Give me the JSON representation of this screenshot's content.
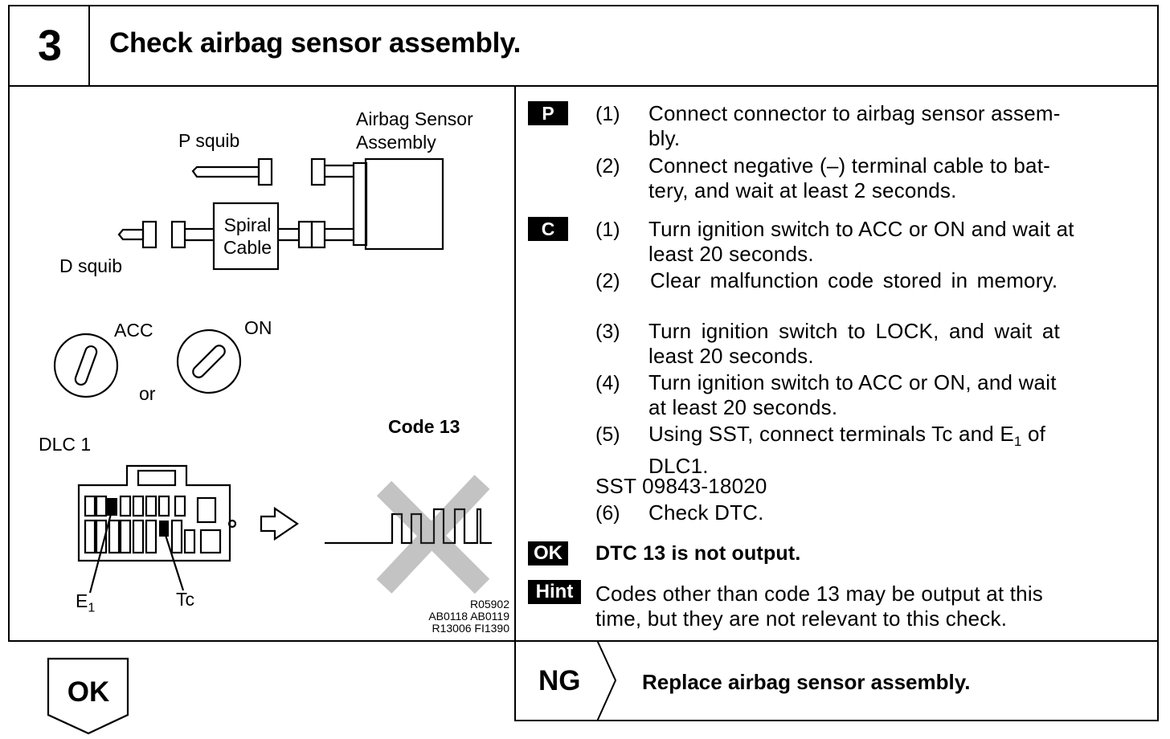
{
  "step": {
    "number": "3",
    "title": "Check airbag sensor assembly."
  },
  "diagram": {
    "airbag_sensor_label_1": "Airbag Sensor",
    "airbag_sensor_label_2": "Assembly",
    "p_squib": "P squib",
    "d_squib": "D squib",
    "spiral_cable_1": "Spiral",
    "spiral_cable_2": "Cable",
    "acc": "ACC",
    "on": "ON",
    "or": "or",
    "dlc": "DLC 1",
    "code": "Code 13",
    "e1": "E",
    "e1_sub": "1",
    "tc": "Tc",
    "ref_1": "R05902",
    "ref_2": "AB0118 AB0119",
    "ref_3": "R13006 FI1390"
  },
  "procedure": {
    "p_tag": "P",
    "p_steps": [
      {
        "num": "(1)",
        "text_1": "Connect connector to airbag sensor assem-",
        "text_2": "bly."
      },
      {
        "num": "(2)",
        "text_1": "Connect negative (–) terminal cable to bat-",
        "text_2": "tery, and wait at least 2 seconds."
      }
    ],
    "c_tag": "C",
    "c_steps": [
      {
        "num": "(1)",
        "text_1": "Turn ignition switch to ACC or ON and wait at",
        "text_2": "least 20 seconds."
      },
      {
        "num": "(2)",
        "text_1": "Clear malfunction code stored in memory."
      },
      {
        "num": "(3)",
        "text_1": "Turn ignition switch to LOCK, and wait at",
        "text_2": "least 20 seconds."
      },
      {
        "num": "(4)",
        "text_1": "Turn ignition switch to ACC or ON, and wait",
        "text_2": "at least 20 seconds."
      },
      {
        "num": "(5)",
        "text_1a": "Using SST, connect terminals Tc and E",
        "text_1sub": "1",
        "text_1b": " of",
        "text_2": "DLC1."
      }
    ],
    "sst": "SST 09843-18020",
    "step6_num": "(6)",
    "step6_text": "Check DTC.",
    "ok_tag": "OK",
    "ok_text": "DTC 13 is not output.",
    "hint_tag": "Hint",
    "hint_text_1": "Codes other than code 13 may be output at this",
    "hint_text_2": "time, but they are not relevant to this check."
  },
  "result": {
    "ok_label": "OK",
    "ng_label": "NG",
    "ng_action": "Replace airbag sensor assembly."
  }
}
